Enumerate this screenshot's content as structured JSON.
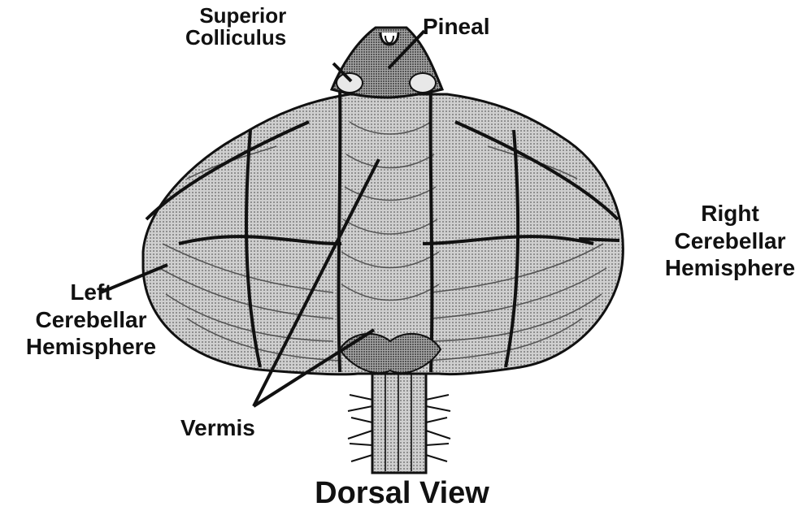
{
  "labels": {
    "superior_colliculus": [
      "Superior",
      "Colliculus"
    ],
    "pineal": "Pineal",
    "right_hemisphere": [
      "Right",
      "Cerebellar",
      "Hemisphere"
    ],
    "left_hemisphere": [
      "Left",
      "Cerebellar",
      "Hemisphere"
    ],
    "vermis": "Vermis"
  },
  "title": "Dorsal View",
  "colors": {
    "ink": "#111111",
    "tissue_light": "#d8d8d8",
    "tissue_dark": "#9a9a9a",
    "background": "#ffffff"
  }
}
